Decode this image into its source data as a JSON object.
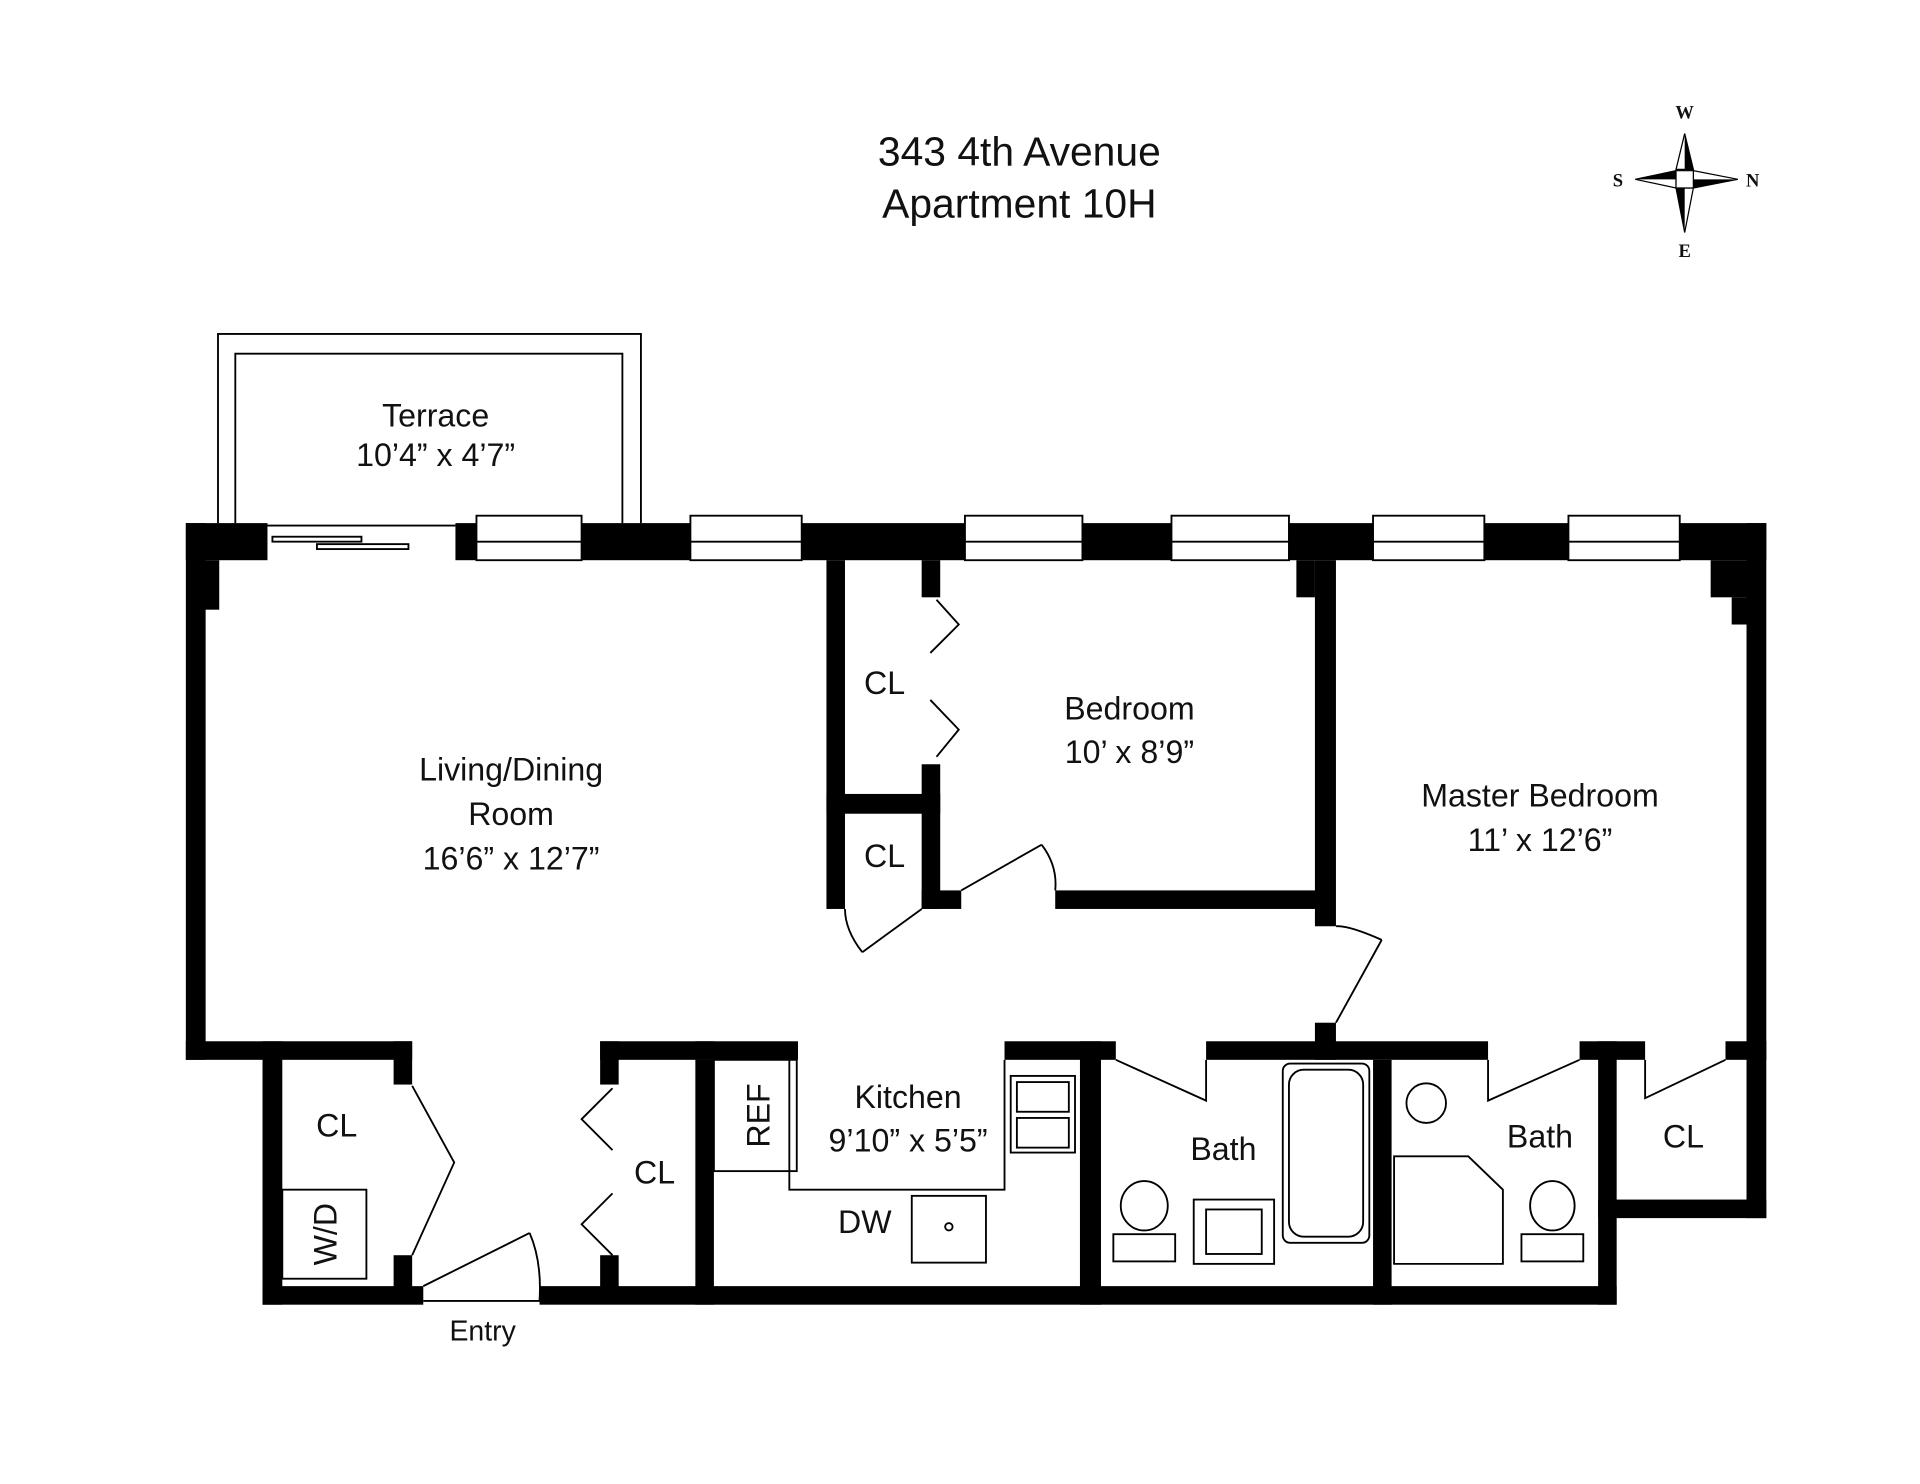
{
  "title": {
    "line1": "343 4th Avenue",
    "line2": "Apartment 10H"
  },
  "compass": {
    "top": "W",
    "bottom": "E",
    "left": "S",
    "right": "N"
  },
  "rooms": {
    "terrace": {
      "name": "Terrace",
      "size": "10’4” x 4’7”"
    },
    "living": {
      "name1": "Living/Dining",
      "name2": "Room",
      "size": "16’6” x 12’7”"
    },
    "bedroom": {
      "name": "Bedroom",
      "size": "10’ x 8’9”"
    },
    "master": {
      "name": "Master Bedroom",
      "size": "11’ x 12’6”"
    },
    "kitchen": {
      "name": "Kitchen",
      "size": "9’10” x 5’5”"
    },
    "bath1": {
      "name": "Bath"
    },
    "bath2": {
      "name": "Bath"
    }
  },
  "labels": {
    "cl_bed_upper": "CL",
    "cl_bed_lower": "CL",
    "cl_entry_left": "CL",
    "cl_entry_right": "CL",
    "cl_master": "CL",
    "wd": "W/D",
    "ref": "REF",
    "dw": "DW",
    "entry": "Entry"
  }
}
